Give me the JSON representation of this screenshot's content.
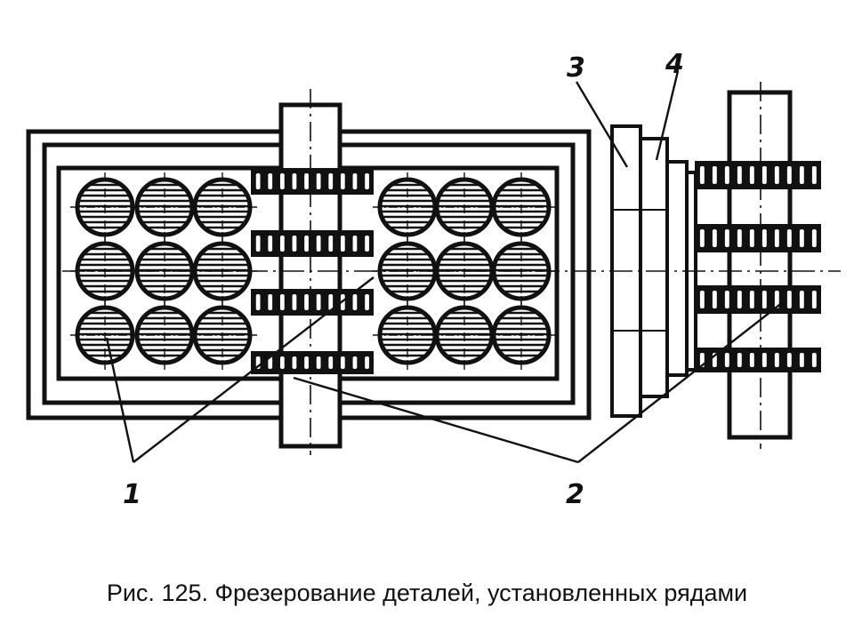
{
  "caption": "Рис. 125. Фрезерование деталей, установленных рядами",
  "callouts": {
    "workpieces": "1",
    "cutters": "2",
    "arbor_support": "3",
    "spacer_ring": "4"
  },
  "colors": {
    "ink": "#111111",
    "paper": "#ffffff"
  }
}
